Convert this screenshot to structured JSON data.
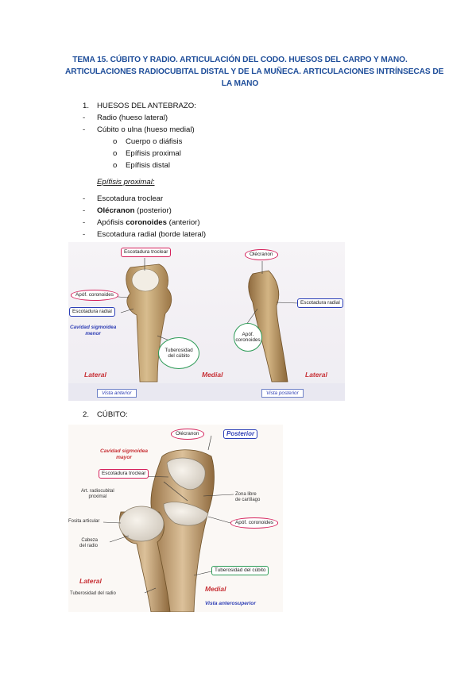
{
  "title": {
    "line1": "TEMA 15. CÚBITO Y RADIO. ARTICULACIÓN DEL CODO. HUESOS DEL CARPO Y MANO.",
    "line2": "ARTICULACIONES RADIOCUBITAL DISTAL Y DE LA MUÑECA. ARTICULACIONES INTRÍNSECAS DE",
    "line3": "LA MANO"
  },
  "section1": {
    "number": "1.",
    "heading": "HUESOS DEL ANTEBRAZO:",
    "items": [
      {
        "marker": "-",
        "text": "Radio (hueso lateral)"
      },
      {
        "marker": "-",
        "text": "Cúbito o ulna (hueso medial)"
      }
    ],
    "subitems": [
      {
        "marker": "o",
        "text": "Cuerpo o diáfisis"
      },
      {
        "marker": "o",
        "text": "Epífisis proximal"
      },
      {
        "marker": "o",
        "text": "Epífisis distal"
      }
    ],
    "subtitle": "Epífisis proximal:",
    "prox_items": [
      {
        "marker": "-",
        "pre": "Escotadura troclear",
        "bold": "",
        "post": ""
      },
      {
        "marker": "-",
        "pre": "",
        "bold": "Olécranon",
        "post": " (posterior)"
      },
      {
        "marker": "-",
        "pre": "Apófisis ",
        "bold": "coronoides",
        "post": " (anterior)"
      },
      {
        "marker": "-",
        "pre": "Escotadura radial (borde lateral)",
        "bold": "",
        "post": ""
      }
    ]
  },
  "figure1": {
    "labels": {
      "escotadura_troclear": "Escotadura troclear",
      "apof_coronoides": "Apóf. coronoides",
      "escotadura_radial_left": "Escotadura radial",
      "cavidad_1": "Cavidad sigmoidea",
      "cavidad_2": "menor",
      "tuberosidad_1": "Tuberosidad",
      "tuberosidad_2": "del cúbito",
      "olecranon": "Olécranon",
      "escotadura_radial_right": "Escotadura radial",
      "apof_1": "Apóf.",
      "apof_2": "coronoides",
      "lateral_left": "Lateral",
      "medial": "Medial",
      "lateral_right": "Lateral",
      "vista_anterior": "Vista anterior",
      "vista_posterior": "Vista posterior"
    }
  },
  "section2": {
    "number": "2.",
    "heading": "CÚBITO:"
  },
  "figure2": {
    "labels": {
      "olecranon": "Olécranon",
      "posterior": "Posterior",
      "cavidad_1": "Cavidad sigmoidea",
      "cavidad_2": "mayor",
      "escotadura_troclear": "Escotadura troclear",
      "art_1": "Art. radiocubital",
      "art_2": "proximal",
      "zona_1": "Zona libre",
      "zona_2": "de cartílago",
      "fosita": "Fosita articular",
      "apof": "Apóf. coronoides",
      "cabeza_1": "Cabeza",
      "cabeza_2": "del radio",
      "tuberosidad_cubito": "Tuberosidad del cúbito",
      "lateral": "Lateral",
      "medial": "Medial",
      "tuberosidad_radio": "Tuberosidad del radio",
      "vista": "Vista anterosuperior"
    }
  },
  "colors": {
    "title": "#1f4e9a",
    "red_label": "#d5215b",
    "blue_label": "#2b3fb7",
    "green_label": "#2e9b57",
    "bone": "#c8a878"
  }
}
